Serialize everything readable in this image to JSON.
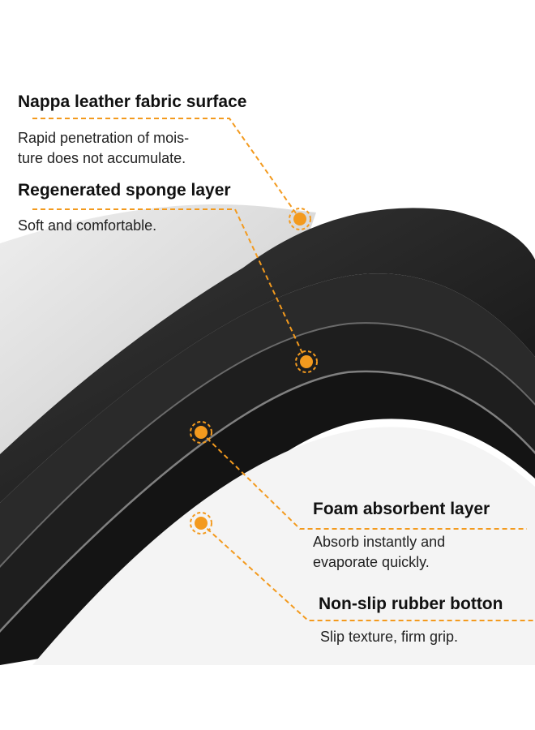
{
  "accent_color": "#f39a1e",
  "callouts": [
    {
      "title": "Nappa leather fabric surface",
      "lines": [
        "Rapid penetration of mois-",
        "ture does not accumulate."
      ]
    },
    {
      "title": "Regenerated sponge layer",
      "lines": [
        "Soft and comfortable."
      ]
    },
    {
      "title": "Foam absorbent layer",
      "lines": [
        "Absorb instantly and",
        "evaporate quickly."
      ]
    },
    {
      "title": "Non-slip rubber botton",
      "lines": [
        "Slip texture, firm grip."
      ]
    }
  ]
}
